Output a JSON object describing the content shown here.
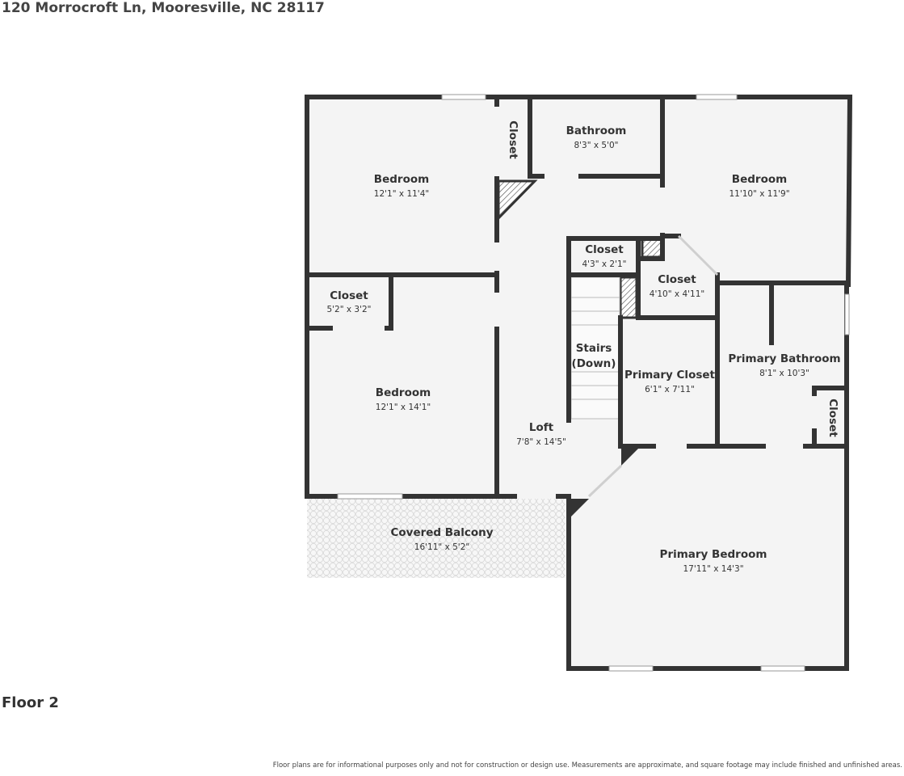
{
  "header": {
    "address": "120 Morrocroft Ln, Mooresville, NC 28117"
  },
  "floor": {
    "label": "Floor 2"
  },
  "footer": {
    "disclaimer": "Floor plans are for informational purposes only and not for construction or design use. Measurements are approximate, and square footage may include finished and unfinished areas."
  },
  "rooms": {
    "bedroom_nw": {
      "name": "Bedroom",
      "dims": "12'1\" x 11'4\""
    },
    "closet_nw": {
      "name": "Closet"
    },
    "bathroom": {
      "name": "Bathroom",
      "dims": "8'3\" x 5'0\""
    },
    "bedroom_ne": {
      "name": "Bedroom",
      "dims": "11'10\" x 11'9\""
    },
    "closet_w": {
      "name": "Closet",
      "dims": "5'2\" x 3'2\""
    },
    "bedroom_w": {
      "name": "Bedroom",
      "dims": "12'1\" x 14'1\""
    },
    "closet_c1": {
      "name": "Closet",
      "dims": "4'3\" x 2'1\""
    },
    "closet_c2": {
      "name": "Closet",
      "dims": "4'10\" x 4'11\""
    },
    "stairs": {
      "name_line1": "Stairs",
      "name_line2": "(Down)"
    },
    "primary_closet": {
      "name": "Primary Closet",
      "dims": "6'1\" x 7'11\""
    },
    "primary_bath": {
      "name": "Primary Bathroom",
      "dims": "8'1\" x 10'3\""
    },
    "closet_e": {
      "name": "Closet"
    },
    "loft": {
      "name": "Loft",
      "dims": "7'8\" x 14'5\""
    },
    "balcony": {
      "name": "Covered Balcony",
      "dims": "16'11\" x 5'2\""
    },
    "primary_bedroom": {
      "name": "Primary Bedroom",
      "dims": "17'11\" x 14'3\""
    }
  },
  "colors": {
    "wall": "#333333",
    "floor": "#f4f4f4",
    "window": "#ffffff",
    "balcony_tile": "#d8d8d8"
  }
}
